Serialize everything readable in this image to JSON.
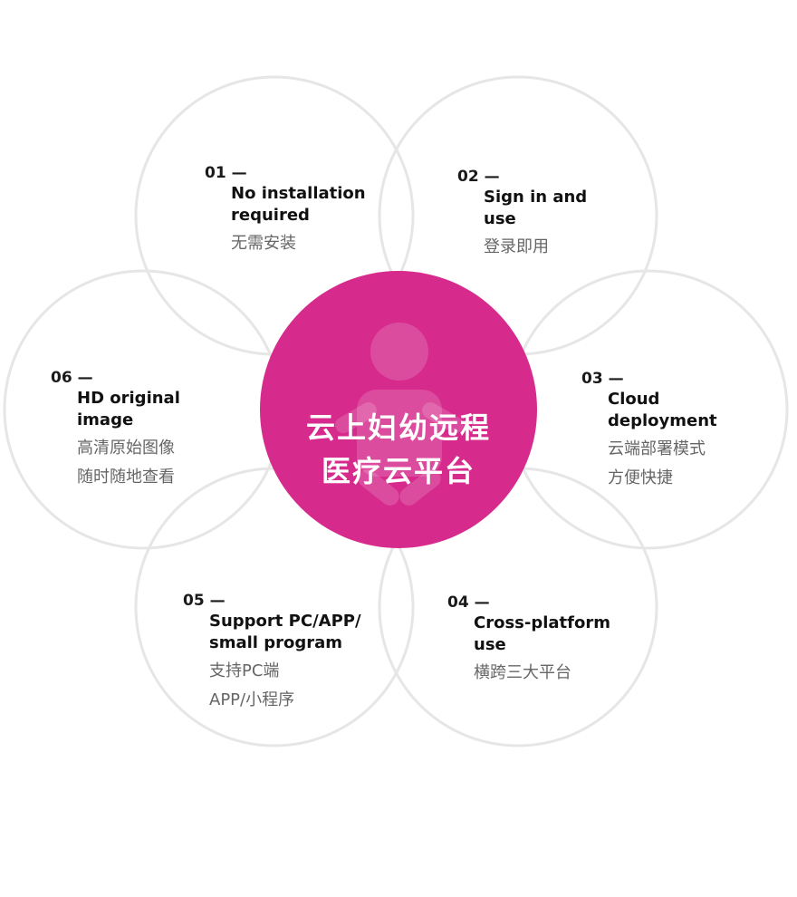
{
  "theme": {
    "accent": "#d62a8c",
    "ring": "#e6e6e6"
  },
  "center": {
    "title_line1": "云上妇幼远程",
    "title_line2": "医疗云平台",
    "icon": "baby-icon"
  },
  "features": [
    {
      "num": "01",
      "en_line1": "No installation",
      "en_line2": "required",
      "zh_line1": "无需安装",
      "zh_line2": ""
    },
    {
      "num": "02",
      "en_line1": "Sign in and",
      "en_line2": "use",
      "zh_line1": "登录即用",
      "zh_line2": ""
    },
    {
      "num": "03",
      "en_line1": "Cloud",
      "en_line2": "deployment",
      "zh_line1": "云端部署模式",
      "zh_line2": "方便快捷"
    },
    {
      "num": "04",
      "en_line1": "Cross-platform",
      "en_line2": "use",
      "zh_line1": "横跨三大平台",
      "zh_line2": ""
    },
    {
      "num": "05",
      "en_line1": "Support PC/APP/",
      "en_line2": "small program",
      "zh_line1": "支持PC端",
      "zh_line2": "APP/小程序"
    },
    {
      "num": "06",
      "en_line1": "HD original",
      "en_line2": "image",
      "zh_line1": "高清原始图像",
      "zh_line2": "随时随地查看"
    }
  ]
}
